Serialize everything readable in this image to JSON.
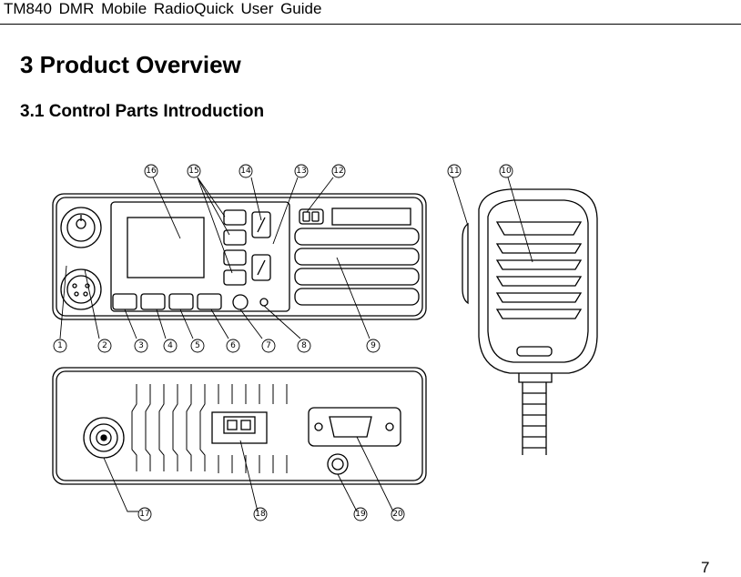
{
  "header": {
    "title": "TM840  DMR  Mobile  RadioQuick  User  Guide"
  },
  "section": {
    "title": "3 Product Overview"
  },
  "subsection": {
    "title": "3.1  Control Parts Introduction"
  },
  "figure": {
    "callouts": [
      "1",
      "2",
      "3",
      "4",
      "5",
      "6",
      "7",
      "8",
      "9",
      "10",
      "11",
      "12",
      "13",
      "14",
      "15",
      "16",
      "17",
      "18",
      "19",
      "20"
    ]
  },
  "footer": {
    "page_number": "7"
  }
}
